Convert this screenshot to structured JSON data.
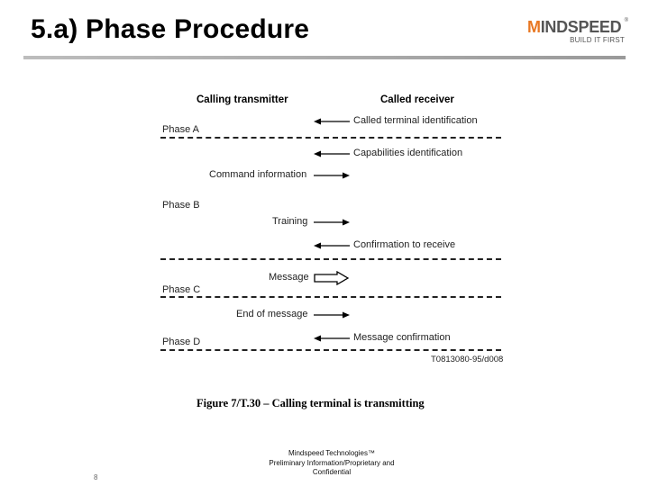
{
  "slide": {
    "title": "5.a) Phase Procedure",
    "page_number": "8"
  },
  "logo": {
    "name_lead": "M",
    "name_rest": "INDSPEED",
    "registered": "®",
    "tagline": "BUILD IT FIRST"
  },
  "diagram": {
    "header_left": "Calling transmitter",
    "header_right": "Called receiver",
    "phases": [
      "Phase A",
      "Phase B",
      "Phase C",
      "Phase D"
    ],
    "messages": [
      {
        "label": "Called terminal identification",
        "direction": "left",
        "style": "single"
      },
      {
        "label": "Capabilities identification",
        "direction": "left",
        "style": "single"
      },
      {
        "label": "Command information",
        "direction": "right",
        "style": "single"
      },
      {
        "label": "Training",
        "direction": "right",
        "style": "single"
      },
      {
        "label": "Confirmation to receive",
        "direction": "left",
        "style": "single"
      },
      {
        "label": "Message",
        "direction": "right",
        "style": "double"
      },
      {
        "label": "End of message",
        "direction": "right",
        "style": "single"
      },
      {
        "label": "Message confirmation",
        "direction": "left",
        "style": "single"
      }
    ],
    "reference": "T0813080-95/d008",
    "caption": "Figure 7/T.30 – Calling terminal is transmitting"
  },
  "footer": {
    "line1": "Mindspeed Technologies™",
    "line2": "Preliminary Information/Proprietary and",
    "line3": "Confidential"
  }
}
